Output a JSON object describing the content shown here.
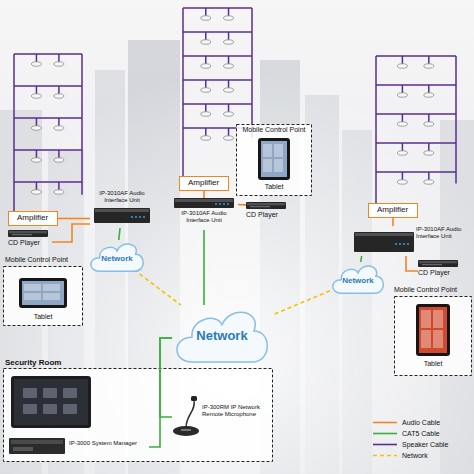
{
  "diagram": {
    "nodes": [
      {
        "text": [
          "Amplifier"
        ]
      },
      {
        "text": [
          "CD Player"
        ]
      },
      {
        "text": [
          "IP-3010AF Audio Interface Unit"
        ]
      },
      {
        "text": [
          "Network"
        ]
      },
      {
        "text": [
          "Mobile Control Point",
          "Tablet"
        ]
      },
      {
        "text": [
          "Amplifier"
        ]
      },
      {
        "text": [
          "IP-3010AF Audio Interface Unit"
        ]
      },
      {
        "text": [
          "CD Player"
        ]
      },
      {
        "text": [
          "Amplifier"
        ]
      },
      {
        "text": [
          "IP-3010AF Audio Interface Unit"
        ]
      },
      {
        "text": [
          "CD Player"
        ]
      },
      {
        "text": [
          "Network"
        ]
      },
      {
        "text": [
          "Mobile Control Point",
          "Tablet"
        ]
      },
      {
        "text": [
          "Mobile Control Point",
          "Tablet"
        ]
      },
      {
        "text": [
          "Network"
        ]
      },
      {
        "text": [
          "Security Room"
        ]
      },
      {
        "text": [
          "IP-300RM IP Network Remote Microphone"
        ],
        "in": 15
      },
      {
        "text": [
          "IP-3000 System Manager"
        ],
        "in": 15
      }
    ],
    "edges": [
      {
        "from": 0,
        "to": 2,
        "arrow": "none"
      },
      {
        "from": 1,
        "to": 2,
        "arrow": "none"
      },
      {
        "from": 2,
        "to": 3,
        "arrow": "none"
      },
      {
        "from": 5,
        "to": 6,
        "arrow": "none"
      },
      {
        "from": 6,
        "to": 7,
        "arrow": "none"
      },
      {
        "from": 6,
        "to": 14,
        "arrow": "none"
      },
      {
        "from": 8,
        "to": 9,
        "arrow": "none"
      },
      {
        "from": 10,
        "to": 9,
        "arrow": "none"
      },
      {
        "from": 9,
        "to": 11,
        "arrow": "none"
      },
      {
        "from": 3,
        "to": 14,
        "arrow": "none"
      },
      {
        "from": 11,
        "to": 14,
        "arrow": "none"
      },
      {
        "from": 14,
        "to": 16,
        "arrow": "none"
      },
      {
        "from": 14,
        "to": 17,
        "arrow": "none"
      }
    ],
    "legend": [
      {
        "text": "Audio Cable"
      },
      {
        "text": "CAT5 Cable"
      },
      {
        "text": "Speaker Cable"
      },
      {
        "text": "Network"
      }
    ]
  }
}
